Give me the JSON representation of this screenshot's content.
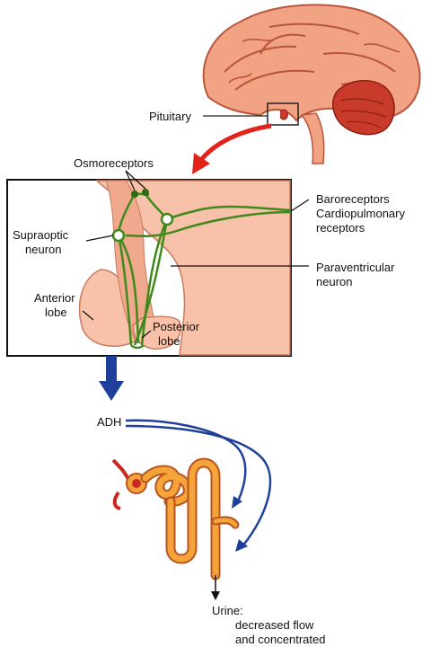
{
  "labels": {
    "pituitary": "Pituitary",
    "osmoreceptors": "Osmoreceptors",
    "baroreceptors_line1": "Baroreceptors",
    "baroreceptors_line2": "Cardiopulmonary",
    "baroreceptors_line3": "receptors",
    "supraoptic_line1": "Supraoptic",
    "supraoptic_line2": "neuron",
    "paraventricular_line1": "Paraventricular",
    "paraventricular_line2": "neuron",
    "anterior_line1": "Anterior",
    "anterior_line2": "lobe",
    "posterior_line1": "Posterior",
    "posterior_line2": "lobe",
    "adh": "ADH",
    "urine_line1": "Urine:",
    "urine_line2": "decreased flow",
    "urine_line3": "and concentrated"
  },
  "colors": {
    "brain": "#f2a383",
    "brain_outline": "#b8553a",
    "cerebellum": "#c83a2a",
    "tissue": "#f7c1aa",
    "neuron": "#3f8a1a",
    "red_arrow": "#e1231b",
    "blue_arrow": "#1f3f9c",
    "nephron": "#f4a43a",
    "nephron_outline": "#b8541f"
  }
}
